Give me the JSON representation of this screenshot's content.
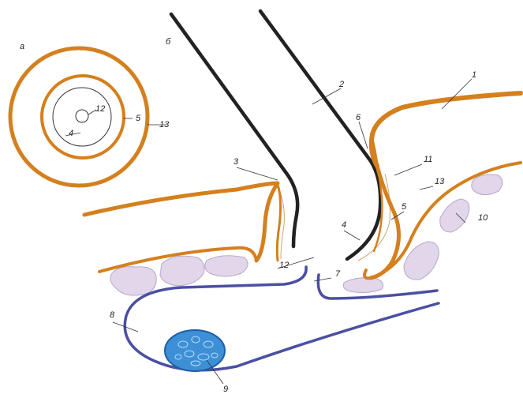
{
  "panels": {
    "a": "a",
    "b": "б"
  },
  "labels": {
    "l1": "1",
    "l2": "2",
    "l3": "3",
    "l4": "4",
    "l5": "5",
    "l6": "6",
    "l7": "7",
    "l8": "8",
    "l9": "9",
    "l10": "10",
    "l11": "11",
    "l12": "12",
    "l13": "13",
    "inset_l4": "4",
    "inset_l5": "5",
    "inset_l12": "12",
    "inset_l13": "13"
  },
  "colors": {
    "orange": "#d4801e",
    "black": "#222222",
    "blue": "#4b4fa3",
    "lilac_fill": "#e2d6ea",
    "lilac_stroke": "#b8a8c8",
    "cyst_fill": "#3d8fd6",
    "cyst_stroke": "#1d5fa6",
    "thin_line": "#8a7a60"
  }
}
